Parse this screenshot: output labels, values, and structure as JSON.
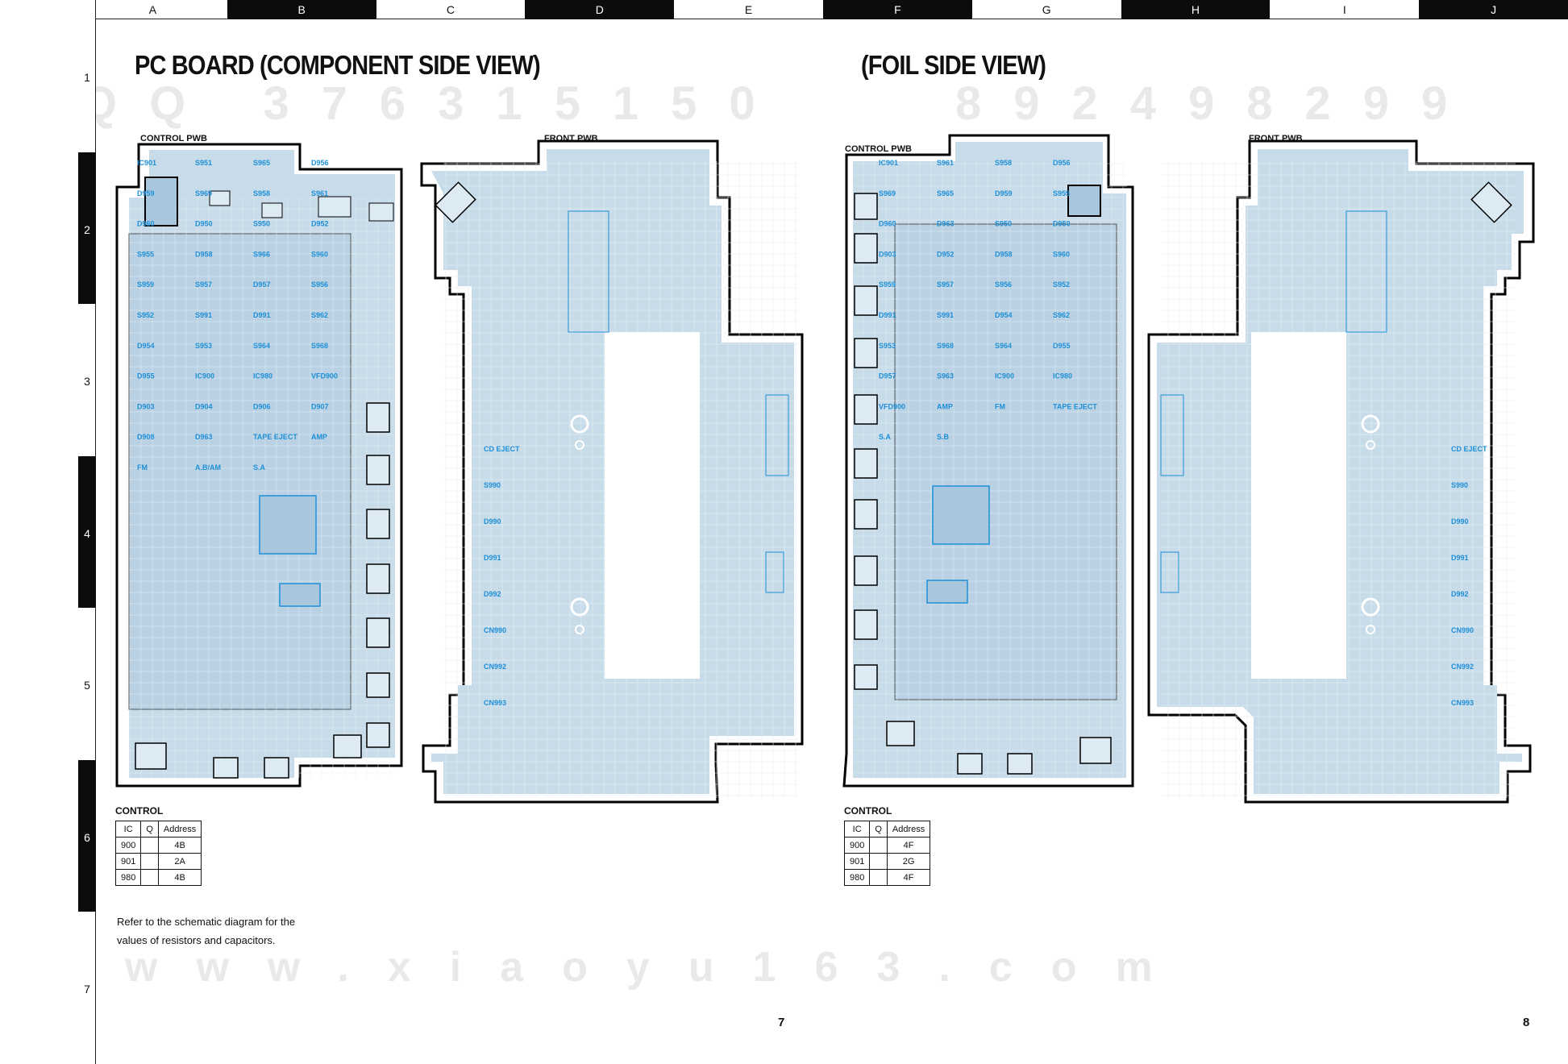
{
  "column_letters": [
    "A",
    "B",
    "C",
    "D",
    "E",
    "F",
    "G",
    "H",
    "I",
    "J"
  ],
  "row_numbers": [
    "1",
    "2",
    "3",
    "4",
    "5",
    "6",
    "7"
  ],
  "titles": {
    "component_view": "PC BOARD (COMPONENT SIDE VIEW)",
    "foil_view": "(FOIL SIDE VIEW)"
  },
  "watermarks": {
    "serial_left": "QQ 376315150",
    "serial_right": "892498299",
    "site": "www.xiaoyu163.com"
  },
  "boards": {
    "component": {
      "control_label": "CONTROL PWB",
      "front_label": "FRONT PWB",
      "control_parts": [
        "IC901",
        "S951",
        "S965",
        "D956",
        "D959",
        "S969",
        "S958",
        "S961",
        "D960",
        "D950",
        "S950",
        "D952",
        "S955",
        "D958",
        "S966",
        "S960",
        "S959",
        "S957",
        "D957",
        "S956",
        "S952",
        "S991",
        "D991",
        "S962",
        "D954",
        "S953",
        "S964",
        "S968",
        "D955",
        "IC900",
        "IC980",
        "VFD900",
        "D903",
        "D904",
        "D906",
        "D907",
        "D908",
        "D963",
        "TAPE EJECT",
        "AMP",
        "FM",
        "A.B/AM",
        "S.A"
      ],
      "front_parts": [
        "CD EJECT",
        "S990",
        "D990",
        "D991",
        "D992",
        "CN990",
        "CN992",
        "CN993"
      ]
    },
    "foil": {
      "control_label": "CONTROL PWB",
      "front_label": "FRONT PWB",
      "control_parts": [
        "IC901",
        "S961",
        "S958",
        "D956",
        "S969",
        "S965",
        "D959",
        "S955",
        "D960",
        "D963",
        "S950",
        "D950",
        "D903",
        "D952",
        "D958",
        "S960",
        "S959",
        "S957",
        "S956",
        "S952",
        "D991",
        "S991",
        "D954",
        "S962",
        "S953",
        "S968",
        "S964",
        "D955",
        "D957",
        "S963",
        "IC900",
        "IC980",
        "VFD900",
        "AMP",
        "FM",
        "TAPE EJECT",
        "S.A",
        "S.B"
      ],
      "front_parts": [
        "CD EJECT",
        "S990",
        "D990",
        "D991",
        "D992",
        "CN990",
        "CN992",
        "CN993"
      ]
    }
  },
  "control_tables": [
    {
      "title": "CONTROL",
      "headers": [
        "IC",
        "Q",
        "Address"
      ],
      "rows": [
        [
          "900",
          "",
          "4B"
        ],
        [
          "901",
          "",
          "2A"
        ],
        [
          "980",
          "",
          "4B"
        ]
      ]
    },
    {
      "title": "CONTROL",
      "headers": [
        "IC",
        "Q",
        "Address"
      ],
      "rows": [
        [
          "900",
          "",
          "4F"
        ],
        [
          "901",
          "",
          "2G"
        ],
        [
          "980",
          "",
          "4F"
        ]
      ]
    }
  ],
  "note": {
    "line1": "Refer to the schematic diagram for the",
    "line2": "values of resistors and capacitors."
  },
  "page_numbers": {
    "left": "7",
    "right": "8"
  },
  "colors": {
    "board_fill": "#c7dbe8",
    "board_light": "#e2eef6",
    "trace": "#ffffff",
    "part_label": "#1e8fd8",
    "outline": "#000000"
  }
}
